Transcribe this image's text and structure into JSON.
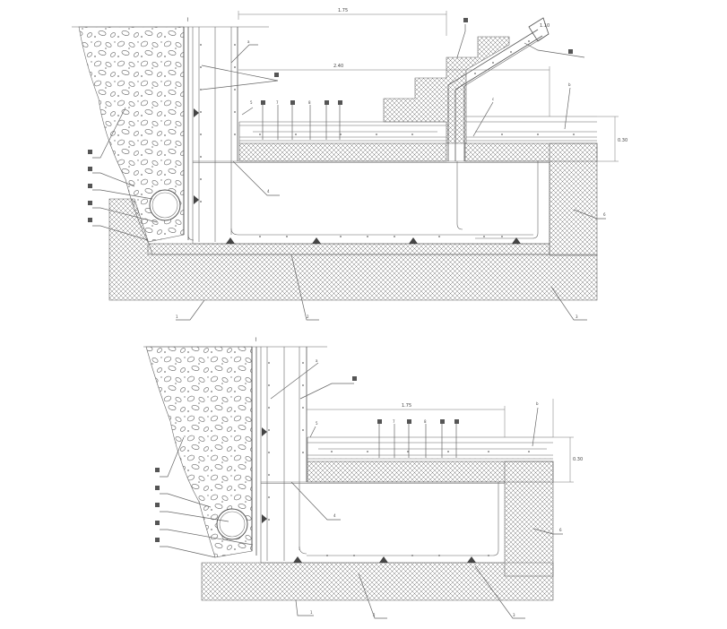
{
  "drawing": {
    "upper_section": {
      "dim_top": "1.75",
      "dim_mid": "2.40",
      "dim_height": "0.30",
      "dim_slope": "1.10",
      "label_a": "a",
      "label_b": "b",
      "label_c": "c",
      "label_5": "5",
      "label_6": "6",
      "label_7": "7",
      "label_8": "8",
      "label_2": "2",
      "label_3": "3",
      "label_4": "4",
      "label_1": "1"
    },
    "lower_section": {
      "dim_top": "1.75",
      "dim_height": "0.30",
      "label_a": "a",
      "label_b": "b",
      "label_5": "5",
      "label_6": "6",
      "label_7": "7",
      "label_8": "8",
      "label_1": "1",
      "label_2": "2",
      "label_3": "3",
      "label_4": "4"
    }
  },
  "colors": {
    "line": "#555555",
    "hatch": "#777777",
    "background": "#ffffff"
  }
}
